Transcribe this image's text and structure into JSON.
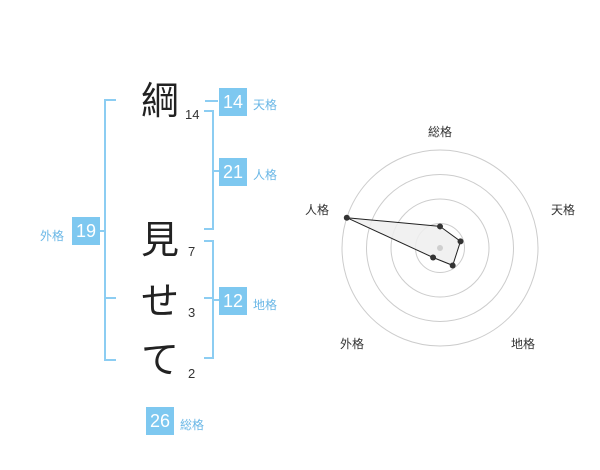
{
  "name": {
    "chars": [
      {
        "char": "綱",
        "strokes": "14"
      },
      {
        "char": "見",
        "strokes": "7"
      },
      {
        "char": "せ",
        "strokes": "3"
      },
      {
        "char": "て",
        "strokes": "2"
      }
    ]
  },
  "fortune": {
    "tenkaku": {
      "value": "14",
      "label": "天格"
    },
    "jinkaku": {
      "value": "21",
      "label": "人格"
    },
    "chikaku": {
      "value": "12",
      "label": "地格"
    },
    "gaikaku": {
      "value": "19",
      "label": "外格"
    },
    "soukaku": {
      "value": "26",
      "label": "総格"
    }
  },
  "colors": {
    "accent": "#7ec8f0",
    "bracket": "#8ccdf2",
    "ring": "#cccccc",
    "poly_fill": "#eeeeee",
    "text": "#222222"
  },
  "chart_data": {
    "type": "radar",
    "axes": [
      "総格",
      "天格",
      "地格",
      "外格",
      "人格"
    ],
    "values": [
      0.22,
      0.22,
      0.22,
      0.12,
      1.0
    ],
    "rings": 4
  }
}
